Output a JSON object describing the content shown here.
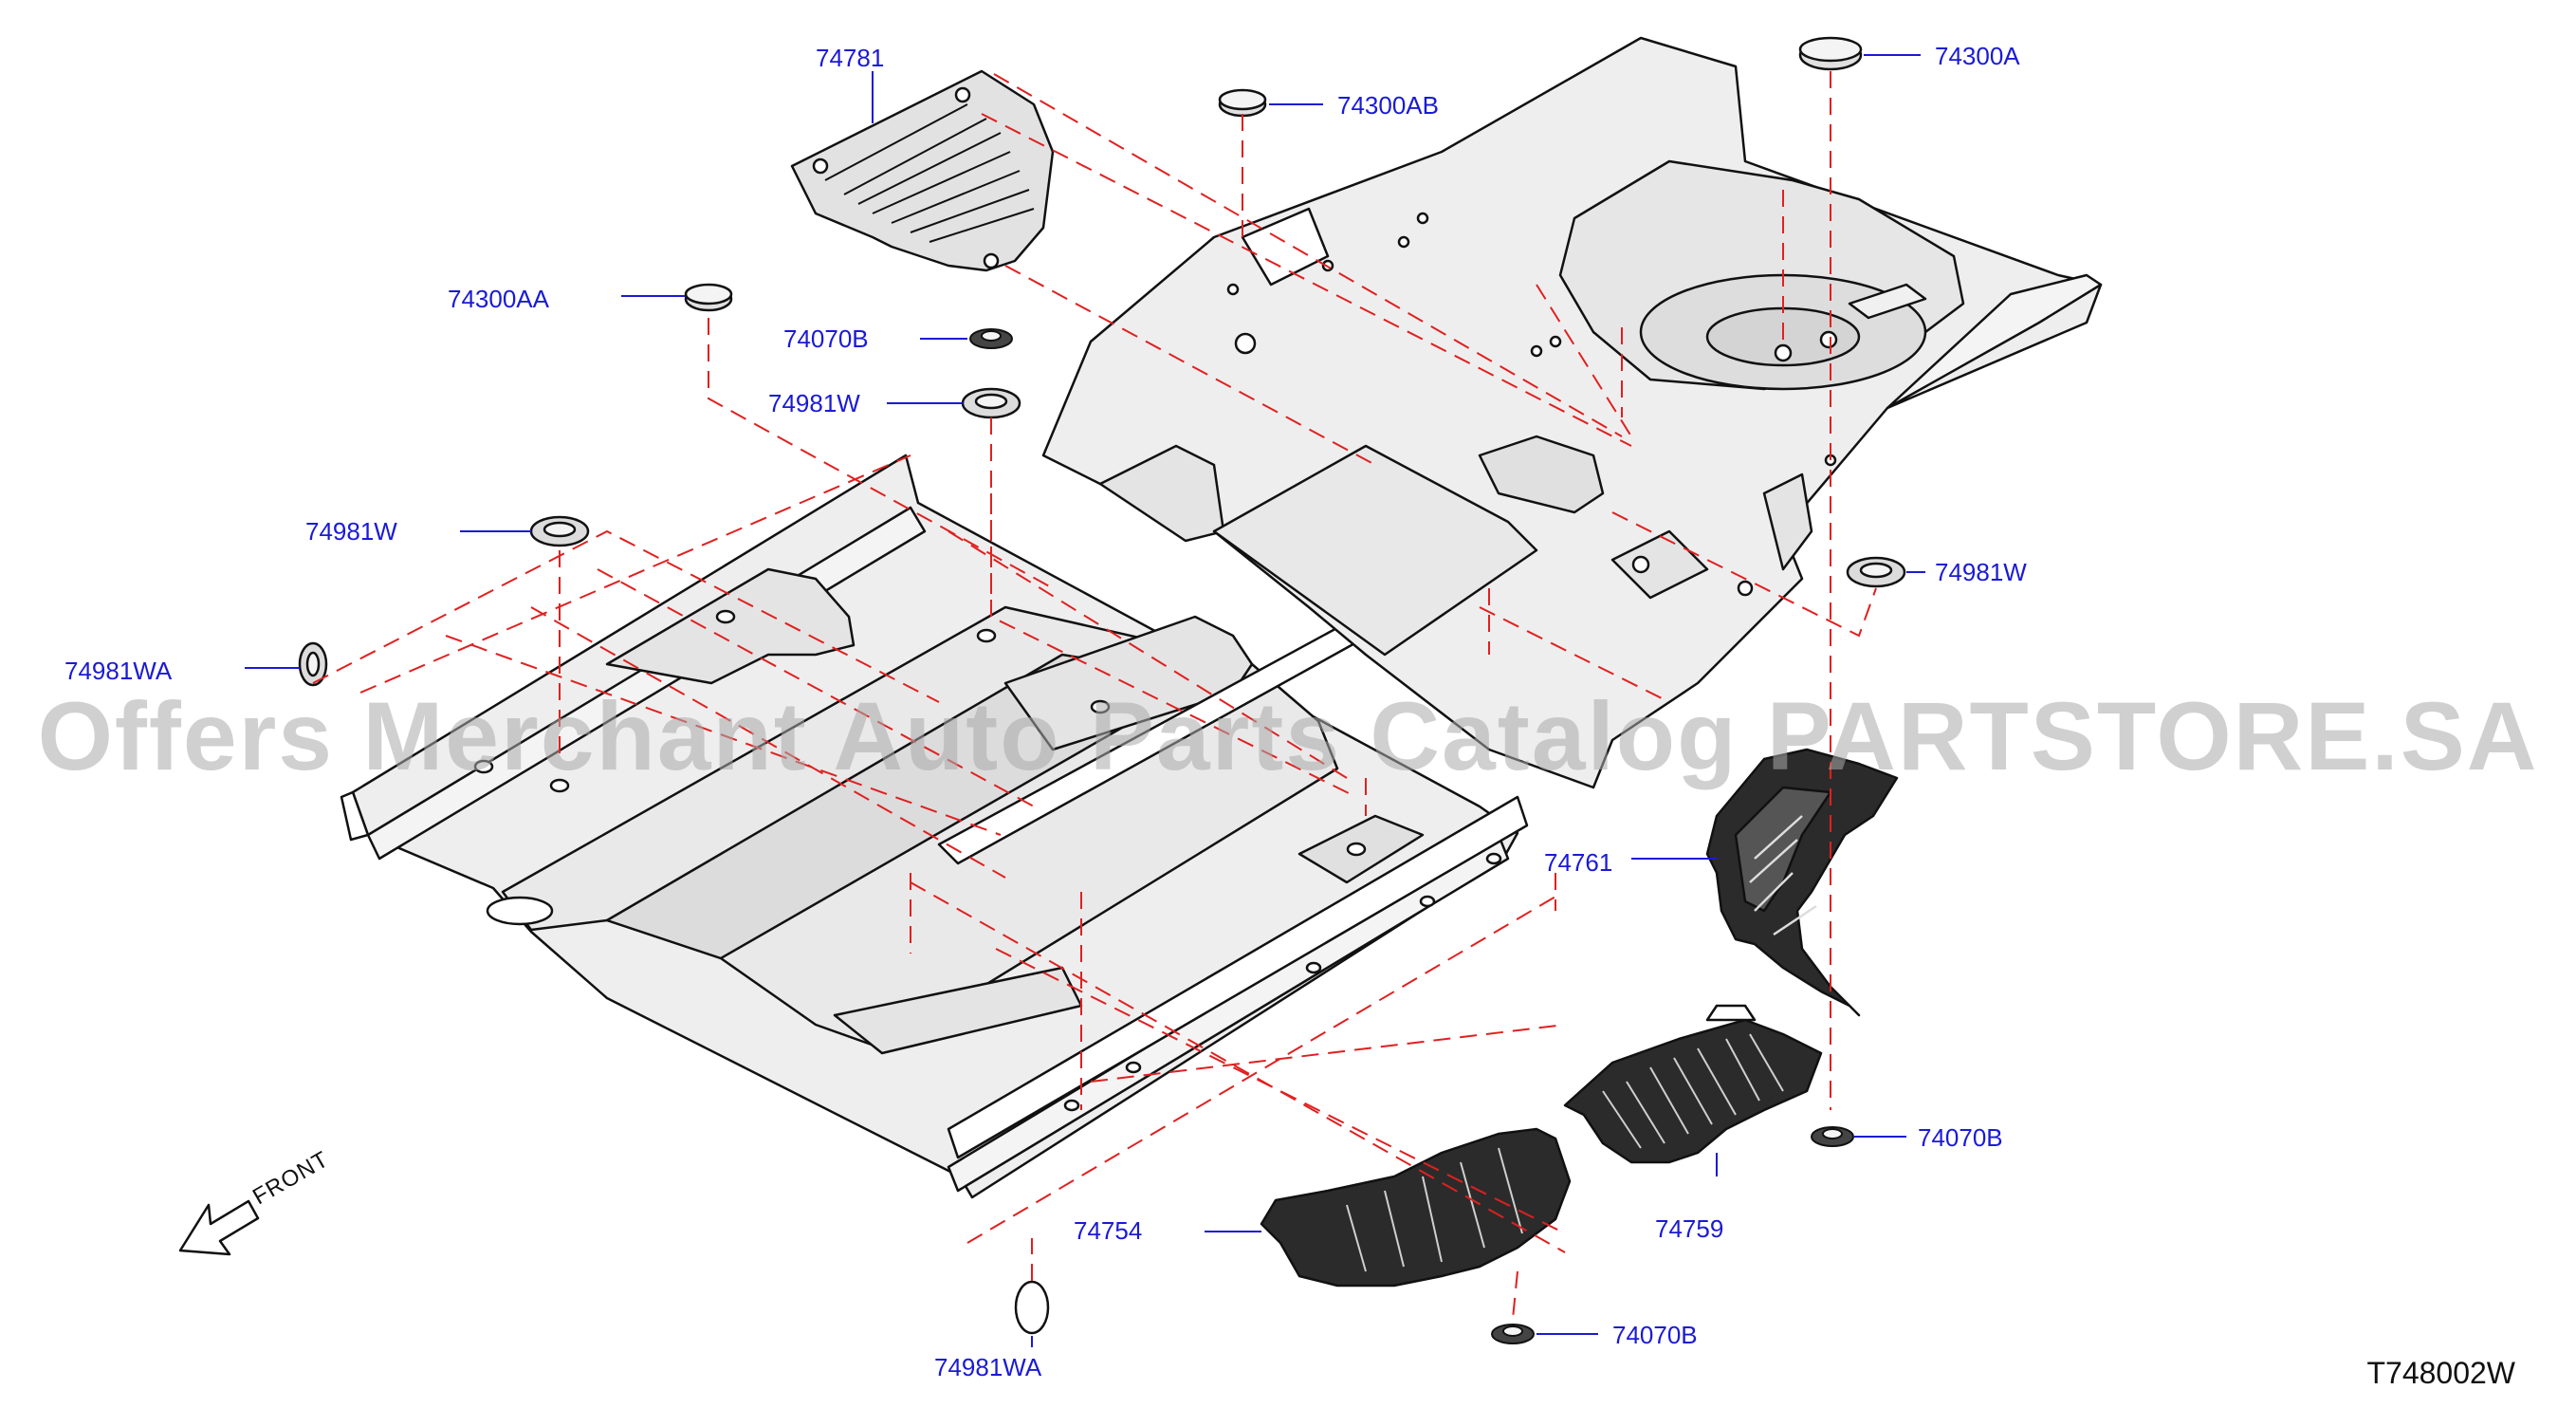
{
  "callouts": [
    {
      "id": "74781",
      "label": "74781"
    },
    {
      "id": "74300AB",
      "label": "74300AB"
    },
    {
      "id": "74300A",
      "label": "74300A"
    },
    {
      "id": "74300AA",
      "label": "74300AA"
    },
    {
      "id": "74070B_top",
      "label": "74070B"
    },
    {
      "id": "74981W_top",
      "label": "74981W"
    },
    {
      "id": "74981W_left",
      "label": "74981W"
    },
    {
      "id": "74981WA_left",
      "label": "74981WA"
    },
    {
      "id": "74981W_right",
      "label": "74981W"
    },
    {
      "id": "74761",
      "label": "74761"
    },
    {
      "id": "74070B_right",
      "label": "74070B"
    },
    {
      "id": "74759",
      "label": "74759"
    },
    {
      "id": "74754",
      "label": "74754"
    },
    {
      "id": "74070B_bottom",
      "label": "74070B"
    },
    {
      "id": "74981WA_bottom",
      "label": "74981WA"
    }
  ],
  "front_label": "FRONT",
  "diagram_code": "T748002W",
  "watermark": "Offers Merchant Auto Parts Catalog PARTSTORE.SA",
  "colors": {
    "callout_text": "#1a1ad6",
    "leader_line": "#1a1ad6",
    "dashed_guide": "#e02020",
    "part_fill": "#eeeeee",
    "outline": "#111111",
    "watermark": "#aaaaaa"
  }
}
